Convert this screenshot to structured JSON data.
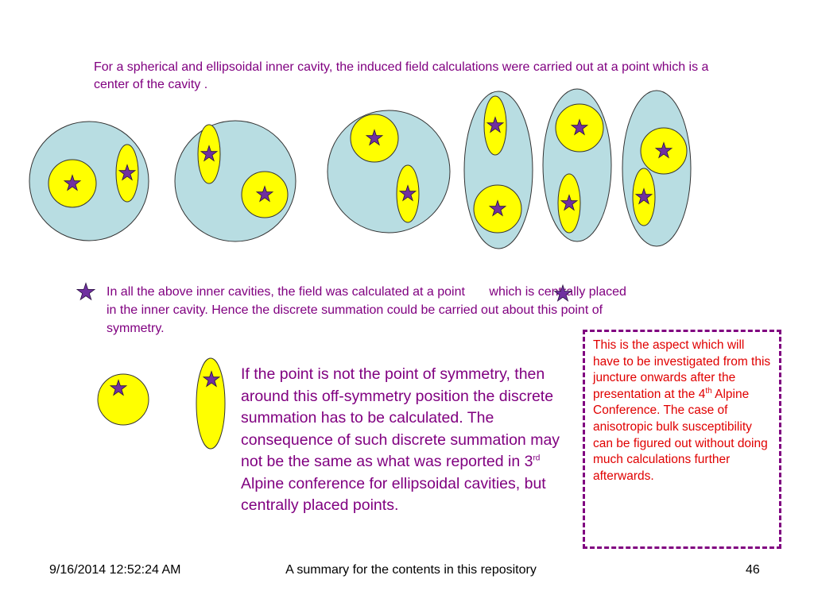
{
  "intro_text": "For a spherical and ellipsoidal inner cavity, the induced field calculations were carried out at a point which is a center of the cavity .",
  "para1_before": "In all the above inner cavities, the field was calculated at a point",
  "para1_after": " which is centrally placed in the inner cavity. Hence the discrete summation could be carried out about this point of symmetry.",
  "para2_a": "If the point is not the point of symmetry, then around this off-symmetry position the discrete summation has to be calculated. The consequence of such discrete summation may not be the same as what was reported in 3",
  "para2_sup": "rd",
  "para2_b": " Alpine conference for ellipsoidal cavities, but centrally placed points.",
  "note_a": "This is the aspect which will have to be investigated from this juncture onwards after the presentation at the 4",
  "note_sup": "th",
  "note_b": " Alpine Conference. The case of anisotropic bulk susceptibility can be figured out without doing much calculations further afterwards.",
  "footer": {
    "date": "9/16/2014 12:52:24 AM",
    "title": "A summary for the contents in this repository",
    "page": "46"
  },
  "colors": {
    "outer_fill": "#b8dde2",
    "inner_fill": "#ffff00",
    "star_fill": "#7030a0",
    "text_purple": "#800080",
    "note_red": "#e00000"
  },
  "icons": [
    "star-icon"
  ]
}
